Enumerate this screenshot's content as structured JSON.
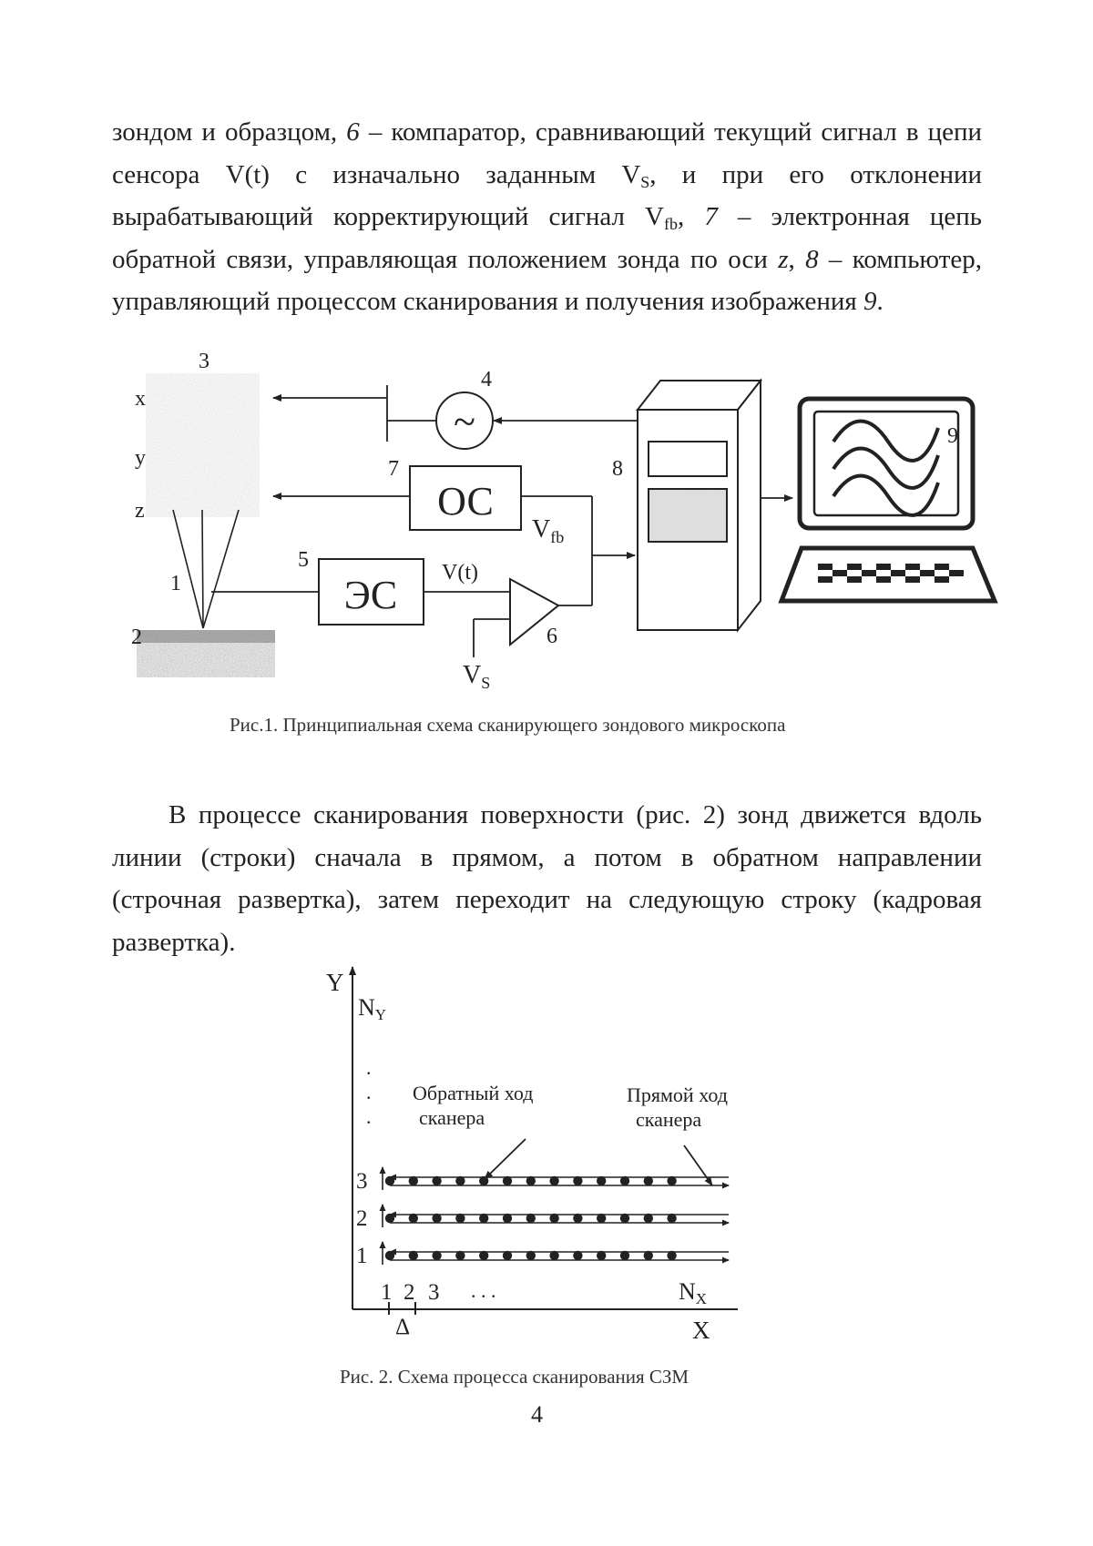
{
  "page": {
    "paragraph1": {
      "t1": "зондом и образцом, ",
      "n6": "6",
      "t2": " – компаратор, сравнивающий текущий сигнал в цепи сенсора V(t) с изначально заданным V",
      "sub_s": "S",
      "t3": ", и при его отклонении вырабатывающий корректирующий сигнал V",
      "sub_fb": "fb",
      "t4": ", ",
      "n7": "7",
      "t5": " – электронная цепь обратной связи, управляющая положением зонда по оси ",
      "z": "z",
      "t6": ", ",
      "n8": "8",
      "t7": " – компьютер, управляющий процессом сканирования и получения изображения ",
      "n9": "9",
      "t8": "."
    },
    "paragraph2": "В процессе сканирования поверхности (рис. 2) зонд движется вдоль линии (строки) сначала в прямом, а потом в обратном направлении (строчная развертка), затем переходит на следующую строку (кадровая развертка).",
    "page_number": "4"
  },
  "figure1": {
    "caption": "Рис.1. Принципиальная схема сканирующего зондового микроскопа",
    "labels": {
      "n1": "1",
      "n2": "2",
      "n3": "3",
      "n4": "4",
      "n5": "5",
      "n6": "6",
      "n7": "7",
      "n8": "8",
      "n9": "9",
      "axis_x": "x",
      "axis_y": "y",
      "axis_z": "z",
      "generator_symbol": "~",
      "box_oc": "ОС",
      "box_es": "ЭС",
      "vfb_main": "V",
      "vfb_sub": "fb",
      "vt": "V(t)",
      "vs_main": "V",
      "vs_sub": "S"
    }
  },
  "figure2": {
    "caption": "Рис. 2.  Схема процесса сканирования СЗМ",
    "labels": {
      "y_axis": "Y",
      "x_axis": "X",
      "ny_main": "N",
      "ny_sub": "Y",
      "nx_main": "N",
      "nx_sub": "X",
      "dots_v": ". . .",
      "reverse": [
        "Обратный ход",
        "сканера"
      ],
      "forward": [
        "Прямой ход",
        "сканера"
      ],
      "rows": [
        "1",
        "2",
        "3"
      ],
      "cols": [
        "1",
        "2",
        "3"
      ],
      "cols_dots": ".   .   .",
      "delta": "Δ"
    }
  }
}
